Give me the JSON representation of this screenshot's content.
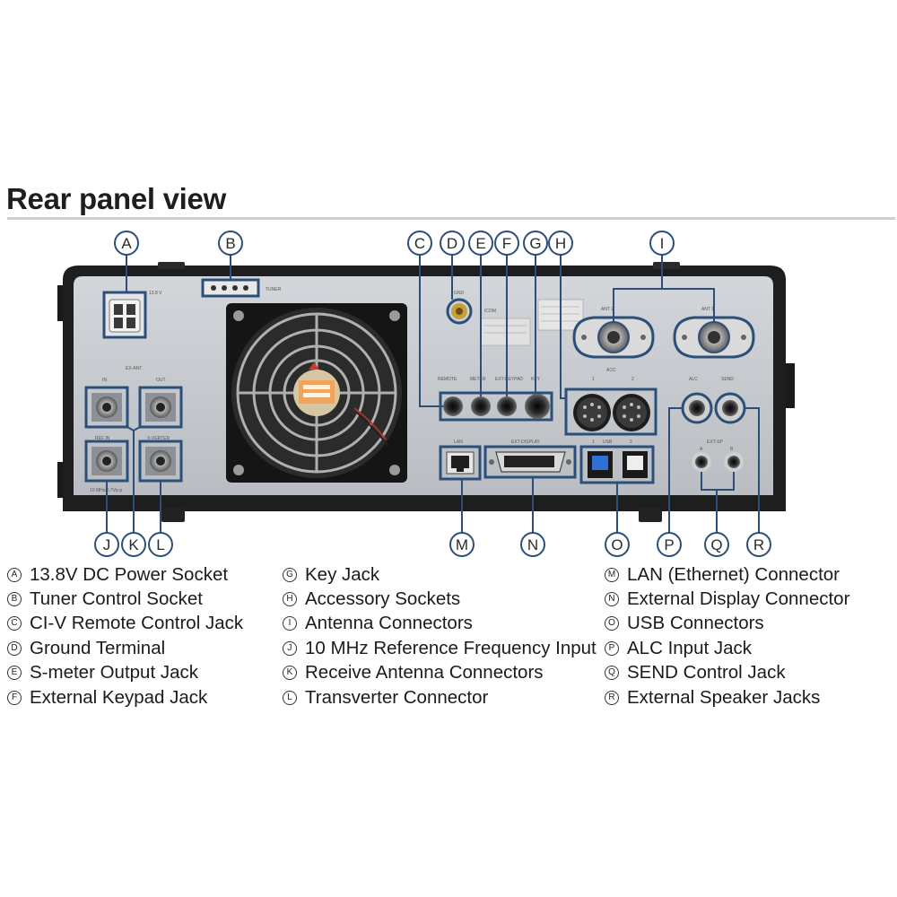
{
  "title": "Rear panel view",
  "panel": {
    "labels": {
      "dc": "13.8 V",
      "tuner": "TUNER",
      "gnd": "GND",
      "brand": "ICOM",
      "ex_ant": "EX-ANT",
      "in": "IN",
      "out": "OUT",
      "ref_in": "REF IN",
      "x_verter": "X-VERTER",
      "ref_freq": "10 MHz/0.7Vp-p",
      "remote": "REMOTE",
      "meter": "METER",
      "ext_keypad": "EXT-KEYPAD",
      "key": "KEY",
      "acc": "ACC",
      "acc1": "1",
      "acc2": "2",
      "ant2": "ANT 2",
      "ant1": "ANT 1",
      "alc": "ALC",
      "send": "SEND",
      "ext_sp": "EXT-SP",
      "sp_a": "A",
      "sp_b": "B",
      "lan": "LAN",
      "ext_display": "EXT-DISPLAY",
      "usb": "USB",
      "usb1": "1",
      "usb2": "2"
    }
  },
  "callouts": [
    "A",
    "B",
    "C",
    "D",
    "E",
    "F",
    "G",
    "H",
    "I",
    "J",
    "K",
    "L",
    "M",
    "N",
    "O",
    "P",
    "Q",
    "R"
  ],
  "legend": {
    "col1": [
      {
        "letter": "A",
        "text": "13.8V DC Power Socket"
      },
      {
        "letter": "B",
        "text": "Tuner Control Socket"
      },
      {
        "letter": "C",
        "text": "CI-V Remote Control Jack"
      },
      {
        "letter": "D",
        "text": "Ground Terminal"
      },
      {
        "letter": "E",
        "text": "S-meter Output Jack"
      },
      {
        "letter": "F",
        "text": "External Keypad Jack"
      }
    ],
    "col2": [
      {
        "letter": "G",
        "text": "Key Jack"
      },
      {
        "letter": "H",
        "text": "Accessory Sockets"
      },
      {
        "letter": "I",
        "text": "Antenna Connectors"
      },
      {
        "letter": "J",
        "text": "10 MHz Reference Frequency Input"
      },
      {
        "letter": "K",
        "text": "Receive Antenna Connectors"
      },
      {
        "letter": "L",
        "text": "Transverter Connector"
      }
    ],
    "col3": [
      {
        "letter": "M",
        "text": "LAN (Ethernet) Connector"
      },
      {
        "letter": "N",
        "text": "External Display Connector"
      },
      {
        "letter": "O",
        "text": "USB Connectors"
      },
      {
        "letter": "P",
        "text": "ALC Input Jack"
      },
      {
        "letter": "Q",
        "text": "SEND Control Jack"
      },
      {
        "letter": "R",
        "text": "External Speaker Jacks"
      }
    ]
  },
  "colors": {
    "highlight": "#2b4f78",
    "panel": "#c7cbd0",
    "chassis": "#1c1c1c"
  }
}
